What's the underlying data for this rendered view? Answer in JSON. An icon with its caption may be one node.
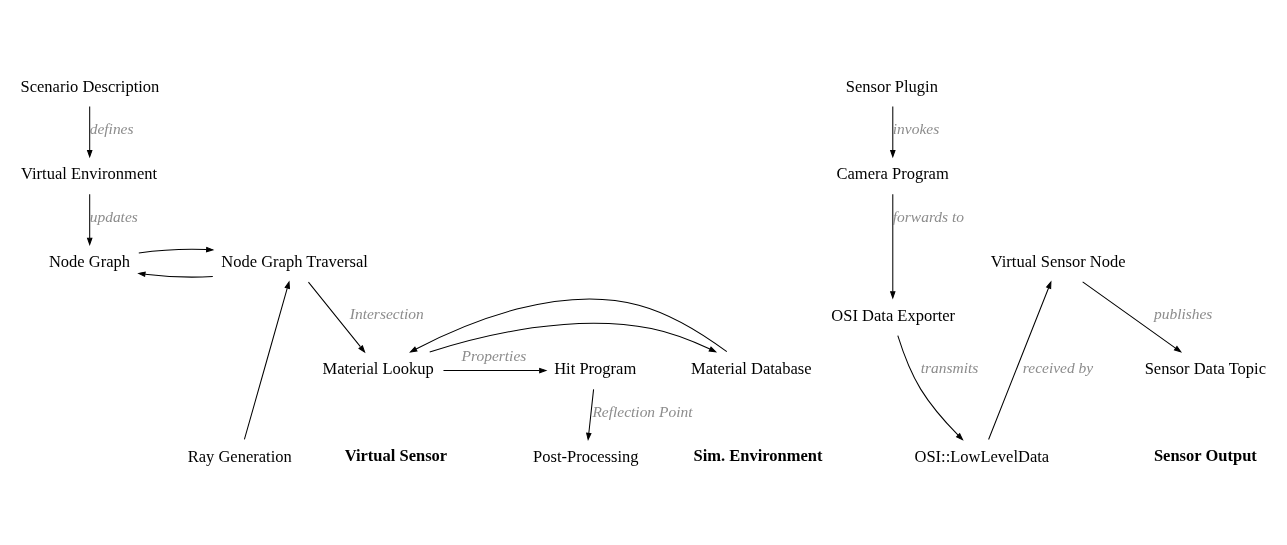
{
  "diagram": {
    "nodes": [
      {
        "text": [
          "Scenario Description"
        ]
      },
      {
        "text": [
          "Virtual Environment"
        ]
      },
      {
        "text": [
          "Node Graph"
        ]
      },
      {
        "text": [
          "Material Database"
        ]
      },
      {
        "text": [
          "Sensor Plugin"
        ]
      },
      {
        "text": [
          "Camera Program"
        ]
      },
      {
        "text": [
          "Ray Generation"
        ]
      },
      {
        "text": [
          "Post-Processing"
        ]
      },
      {
        "text": [
          "Node Graph Traversal"
        ]
      },
      {
        "text": [
          "Material Lookup"
        ]
      },
      {
        "text": [
          "Hit Program"
        ]
      },
      {
        "text": [
          "OSI Data Exporter"
        ]
      },
      {
        "text": [
          "OSI::LowLevelData"
        ]
      },
      {
        "text": [
          "Virtual Sensor Node"
        ]
      },
      {
        "text": [
          "Sensor Data Topic"
        ]
      }
    ],
    "edges": [
      {
        "from": 0,
        "to": 1,
        "arrow": "to",
        "label": "defines"
      },
      {
        "from": 1,
        "to": 2,
        "arrow": "to",
        "label": "updates"
      },
      {
        "from": 8,
        "to": 2,
        "arrow": "to"
      },
      {
        "from": 2,
        "to": 8,
        "arrow": "to"
      },
      {
        "from": 6,
        "to": 8,
        "arrow": "to"
      },
      {
        "from": 8,
        "to": 9,
        "arrow": "to",
        "label": "Intersection"
      },
      {
        "from": 9,
        "to": 3,
        "arrow": "to"
      },
      {
        "from": 3,
        "to": 9,
        "arrow": "to"
      },
      {
        "from": 9,
        "to": 10,
        "arrow": "to",
        "label": "Properties"
      },
      {
        "from": 10,
        "to": 7,
        "arrow": "to",
        "label": "Reflection Point"
      },
      {
        "from": 4,
        "to": 5,
        "arrow": "to",
        "label": "invokes"
      },
      {
        "from": 5,
        "to": 11,
        "arrow": "to",
        "label": "forwards to"
      },
      {
        "from": 11,
        "to": 12,
        "arrow": "to",
        "label": "transmits"
      },
      {
        "from": 12,
        "to": 13,
        "arrow": "to",
        "label": "received by"
      },
      {
        "from": 13,
        "to": 14,
        "arrow": "to",
        "label": "publishes"
      }
    ],
    "labels": [
      "Sim. Environment",
      "Virtual Sensor",
      "Sensor Output"
    ]
  }
}
